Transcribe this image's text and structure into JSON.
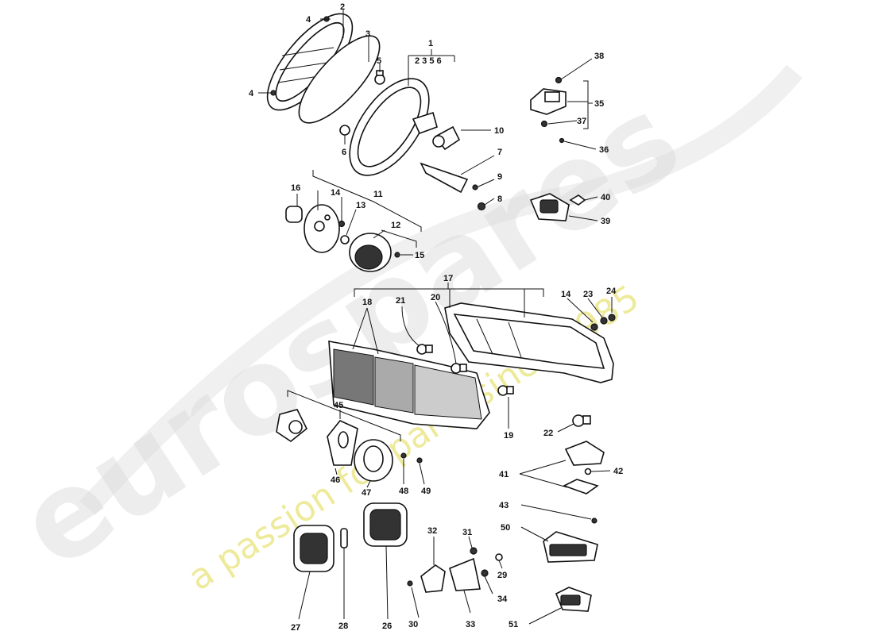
{
  "watermark": {
    "brand": "eurospares",
    "tagline": "a passion for parts since 1985",
    "tagline_color": "#e9e37a"
  },
  "sub_numbers": "2 3 5 6",
  "callouts": [
    {
      "id": "c1",
      "text": "1"
    },
    {
      "id": "c2",
      "text": "2"
    },
    {
      "id": "c3",
      "text": "3"
    },
    {
      "id": "c4a",
      "text": "4"
    },
    {
      "id": "c4b",
      "text": "4"
    },
    {
      "id": "c5",
      "text": "5"
    },
    {
      "id": "c6",
      "text": "6"
    },
    {
      "id": "c7",
      "text": "7"
    },
    {
      "id": "c8",
      "text": "8"
    },
    {
      "id": "c9",
      "text": "9"
    },
    {
      "id": "c10",
      "text": "10"
    },
    {
      "id": "c11",
      "text": "11"
    },
    {
      "id": "c12",
      "text": "12"
    },
    {
      "id": "c13",
      "text": "13"
    },
    {
      "id": "c14a",
      "text": "14"
    },
    {
      "id": "c14b",
      "text": "14"
    },
    {
      "id": "c15",
      "text": "15"
    },
    {
      "id": "c16",
      "text": "16"
    },
    {
      "id": "c17",
      "text": "17"
    },
    {
      "id": "c18",
      "text": "18"
    },
    {
      "id": "c19",
      "text": "19"
    },
    {
      "id": "c20",
      "text": "20"
    },
    {
      "id": "c21",
      "text": "21"
    },
    {
      "id": "c22",
      "text": "22"
    },
    {
      "id": "c23",
      "text": "23"
    },
    {
      "id": "c24",
      "text": "24"
    },
    {
      "id": "c26",
      "text": "26"
    },
    {
      "id": "c27",
      "text": "27"
    },
    {
      "id": "c28",
      "text": "28"
    },
    {
      "id": "c29",
      "text": "29"
    },
    {
      "id": "c30",
      "text": "30"
    },
    {
      "id": "c31",
      "text": "31"
    },
    {
      "id": "c32",
      "text": "32"
    },
    {
      "id": "c33",
      "text": "33"
    },
    {
      "id": "c34",
      "text": "34"
    },
    {
      "id": "c35",
      "text": "35"
    },
    {
      "id": "c36",
      "text": "36"
    },
    {
      "id": "c37",
      "text": "37"
    },
    {
      "id": "c38",
      "text": "38"
    },
    {
      "id": "c39",
      "text": "39"
    },
    {
      "id": "c40",
      "text": "40"
    },
    {
      "id": "c41",
      "text": "41"
    },
    {
      "id": "c42",
      "text": "42"
    },
    {
      "id": "c43",
      "text": "43"
    },
    {
      "id": "c45",
      "text": "45"
    },
    {
      "id": "c46",
      "text": "46"
    },
    {
      "id": "c47",
      "text": "47"
    },
    {
      "id": "c48",
      "text": "48"
    },
    {
      "id": "c49",
      "text": "49"
    },
    {
      "id": "c50",
      "text": "50"
    },
    {
      "id": "c51",
      "text": "51"
    }
  ]
}
